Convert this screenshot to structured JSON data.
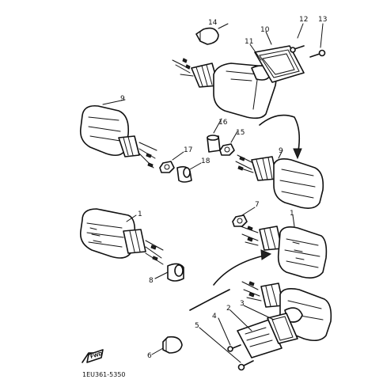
{
  "diagram": {
    "drawing_code": "1EU361-5350",
    "fwd_label": "FWD",
    "callouts": [
      "14",
      "12",
      "13",
      "10",
      "11",
      "9",
      "16",
      "15",
      "17",
      "18",
      "9",
      "7",
      "1",
      "1",
      "8",
      "2",
      "3",
      "4",
      "5",
      "6"
    ]
  }
}
